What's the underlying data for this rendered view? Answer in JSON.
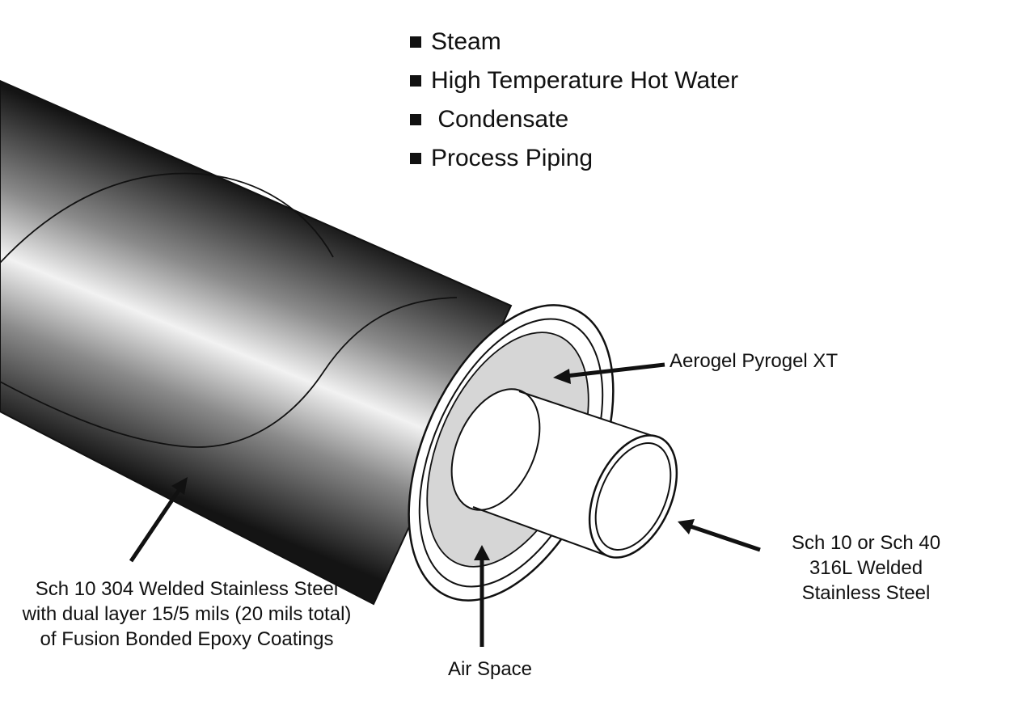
{
  "applications": [
    "Steam",
    "High Temperature Hot Water",
    " Condensate",
    "Process Piping"
  ],
  "callouts": {
    "aerogel": "Aerogel Pyrogel XT",
    "inner_pipe": [
      "Sch 10 or Sch 40",
      "316L Welded",
      "Stainless Steel"
    ],
    "outer_jacket": [
      "Sch 10 304 Welded Stainless Steel",
      "with dual layer 15/5 mils (20 mils total)",
      "of Fusion Bonded Epoxy Coatings"
    ],
    "air_space": "Air Space"
  },
  "colors": {
    "jacket_dark": "#141414",
    "jacket_light": "#f4f4f4",
    "insulation": "#d6d6d6",
    "line": "#111111",
    "background": "#ffffff"
  }
}
